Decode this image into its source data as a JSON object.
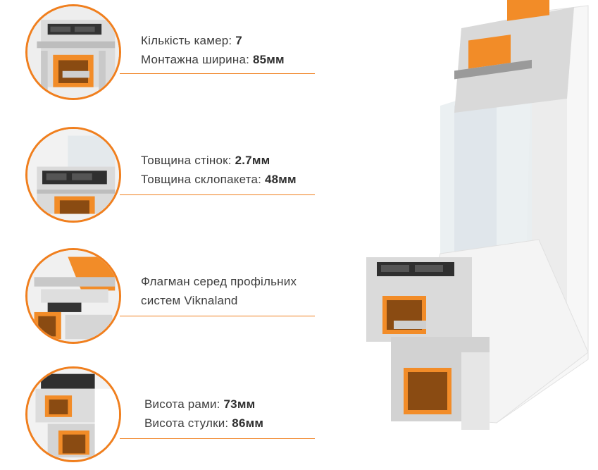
{
  "features": [
    {
      "label1": "Кількість камер: ",
      "value1": "7",
      "label2": "Монтажна ширина: ",
      "value2": "85мм"
    },
    {
      "label1": "Товщина стінок: ",
      "value1": "2.7мм",
      "label2": "Товщина склопакета: ",
      "value2": "48мм"
    },
    {
      "label1": "Флагман серед профільних",
      "value1": "",
      "label2": "систем Viknaland",
      "value2": ""
    },
    {
      "label1": "Висота рами: ",
      "value1": "73мм",
      "label2": "Висота стулки: ",
      "value2": "86мм"
    }
  ],
  "colors": {
    "accent": "#f07f1e",
    "text": "#3d3d3d",
    "profile": "#e3e3e3",
    "steel": "#f28c28"
  }
}
